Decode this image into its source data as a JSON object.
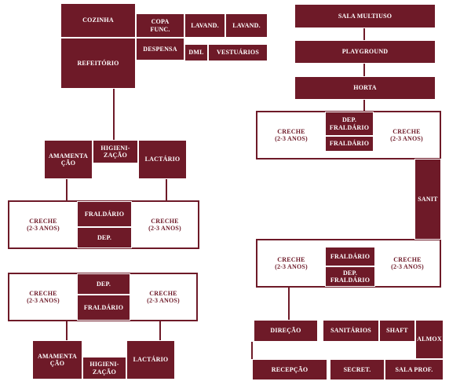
{
  "colors": {
    "primary": "#6e1a28",
    "background": "#ffffff"
  },
  "rooms": {
    "cozinha": "COZINHA",
    "copa_func": "COPA\nFUNC.",
    "lavand_1": "LAVAND.",
    "lavand_2": "LAVAND.",
    "refeitorio": "REFEITÓRIO",
    "despensa": "DESPENSA",
    "dml": "DML",
    "vestuarios": "VESTUÁRIOS",
    "amamentacao_top": "AMAMENTA\nÇÃO",
    "higienizacao_top": "HIGIENI-\nZAÇÃO",
    "lactario_top": "LACTÁRIO",
    "creche_l1": "CRECHE\n(2-3 ANOS)",
    "fraldario_l1": "FRALDÁRIO",
    "dep_l1": "DEP.",
    "creche_r1": "CRECHE\n(2-3 ANOS)",
    "creche_l2": "CRECHE\n(2-3 ANOS)",
    "dep_l2": "DEP.",
    "fraldario_l2": "FRALDÁRIO",
    "creche_r2": "CRECHE\n(2-3 ANOS)",
    "amamentacao_bot": "AMAMENTA\nÇÃO",
    "higienizacao_bot": "HIGIENI-\nZAÇÃO",
    "lactario_bot": "LACTÁRIO",
    "sala_multiuso": "SALA MULTIUSO",
    "playground": "PLAYGROUND",
    "horta": "HORTA",
    "creche_rl1": "CRECHE\n(2-3 ANOS)",
    "dep_fraldario_r1": "DEP.\nFRALDÁRIO",
    "fraldario_r1": "FRALDÁRIO",
    "creche_rr1": "CRECHE\n(2-3 ANOS)",
    "sanit": "SANIT",
    "creche_rl2": "CRECHE\n(2-3 ANOS)",
    "fraldario_r2": "FRALDÁRIO",
    "dep_fraldario_r2": "DEP.\nFRALDÁRIO",
    "creche_rr2": "CRECHE\n(2-3 ANOS)",
    "direcao": "DIREÇÃO",
    "sanitarios": "SANITÁRIOS",
    "shaft": "SHAFT",
    "almox": "ALMOX",
    "recepcao": "RECEPÇÃO",
    "secret": "SECRET.",
    "sala_prof": "SALA PROF."
  }
}
